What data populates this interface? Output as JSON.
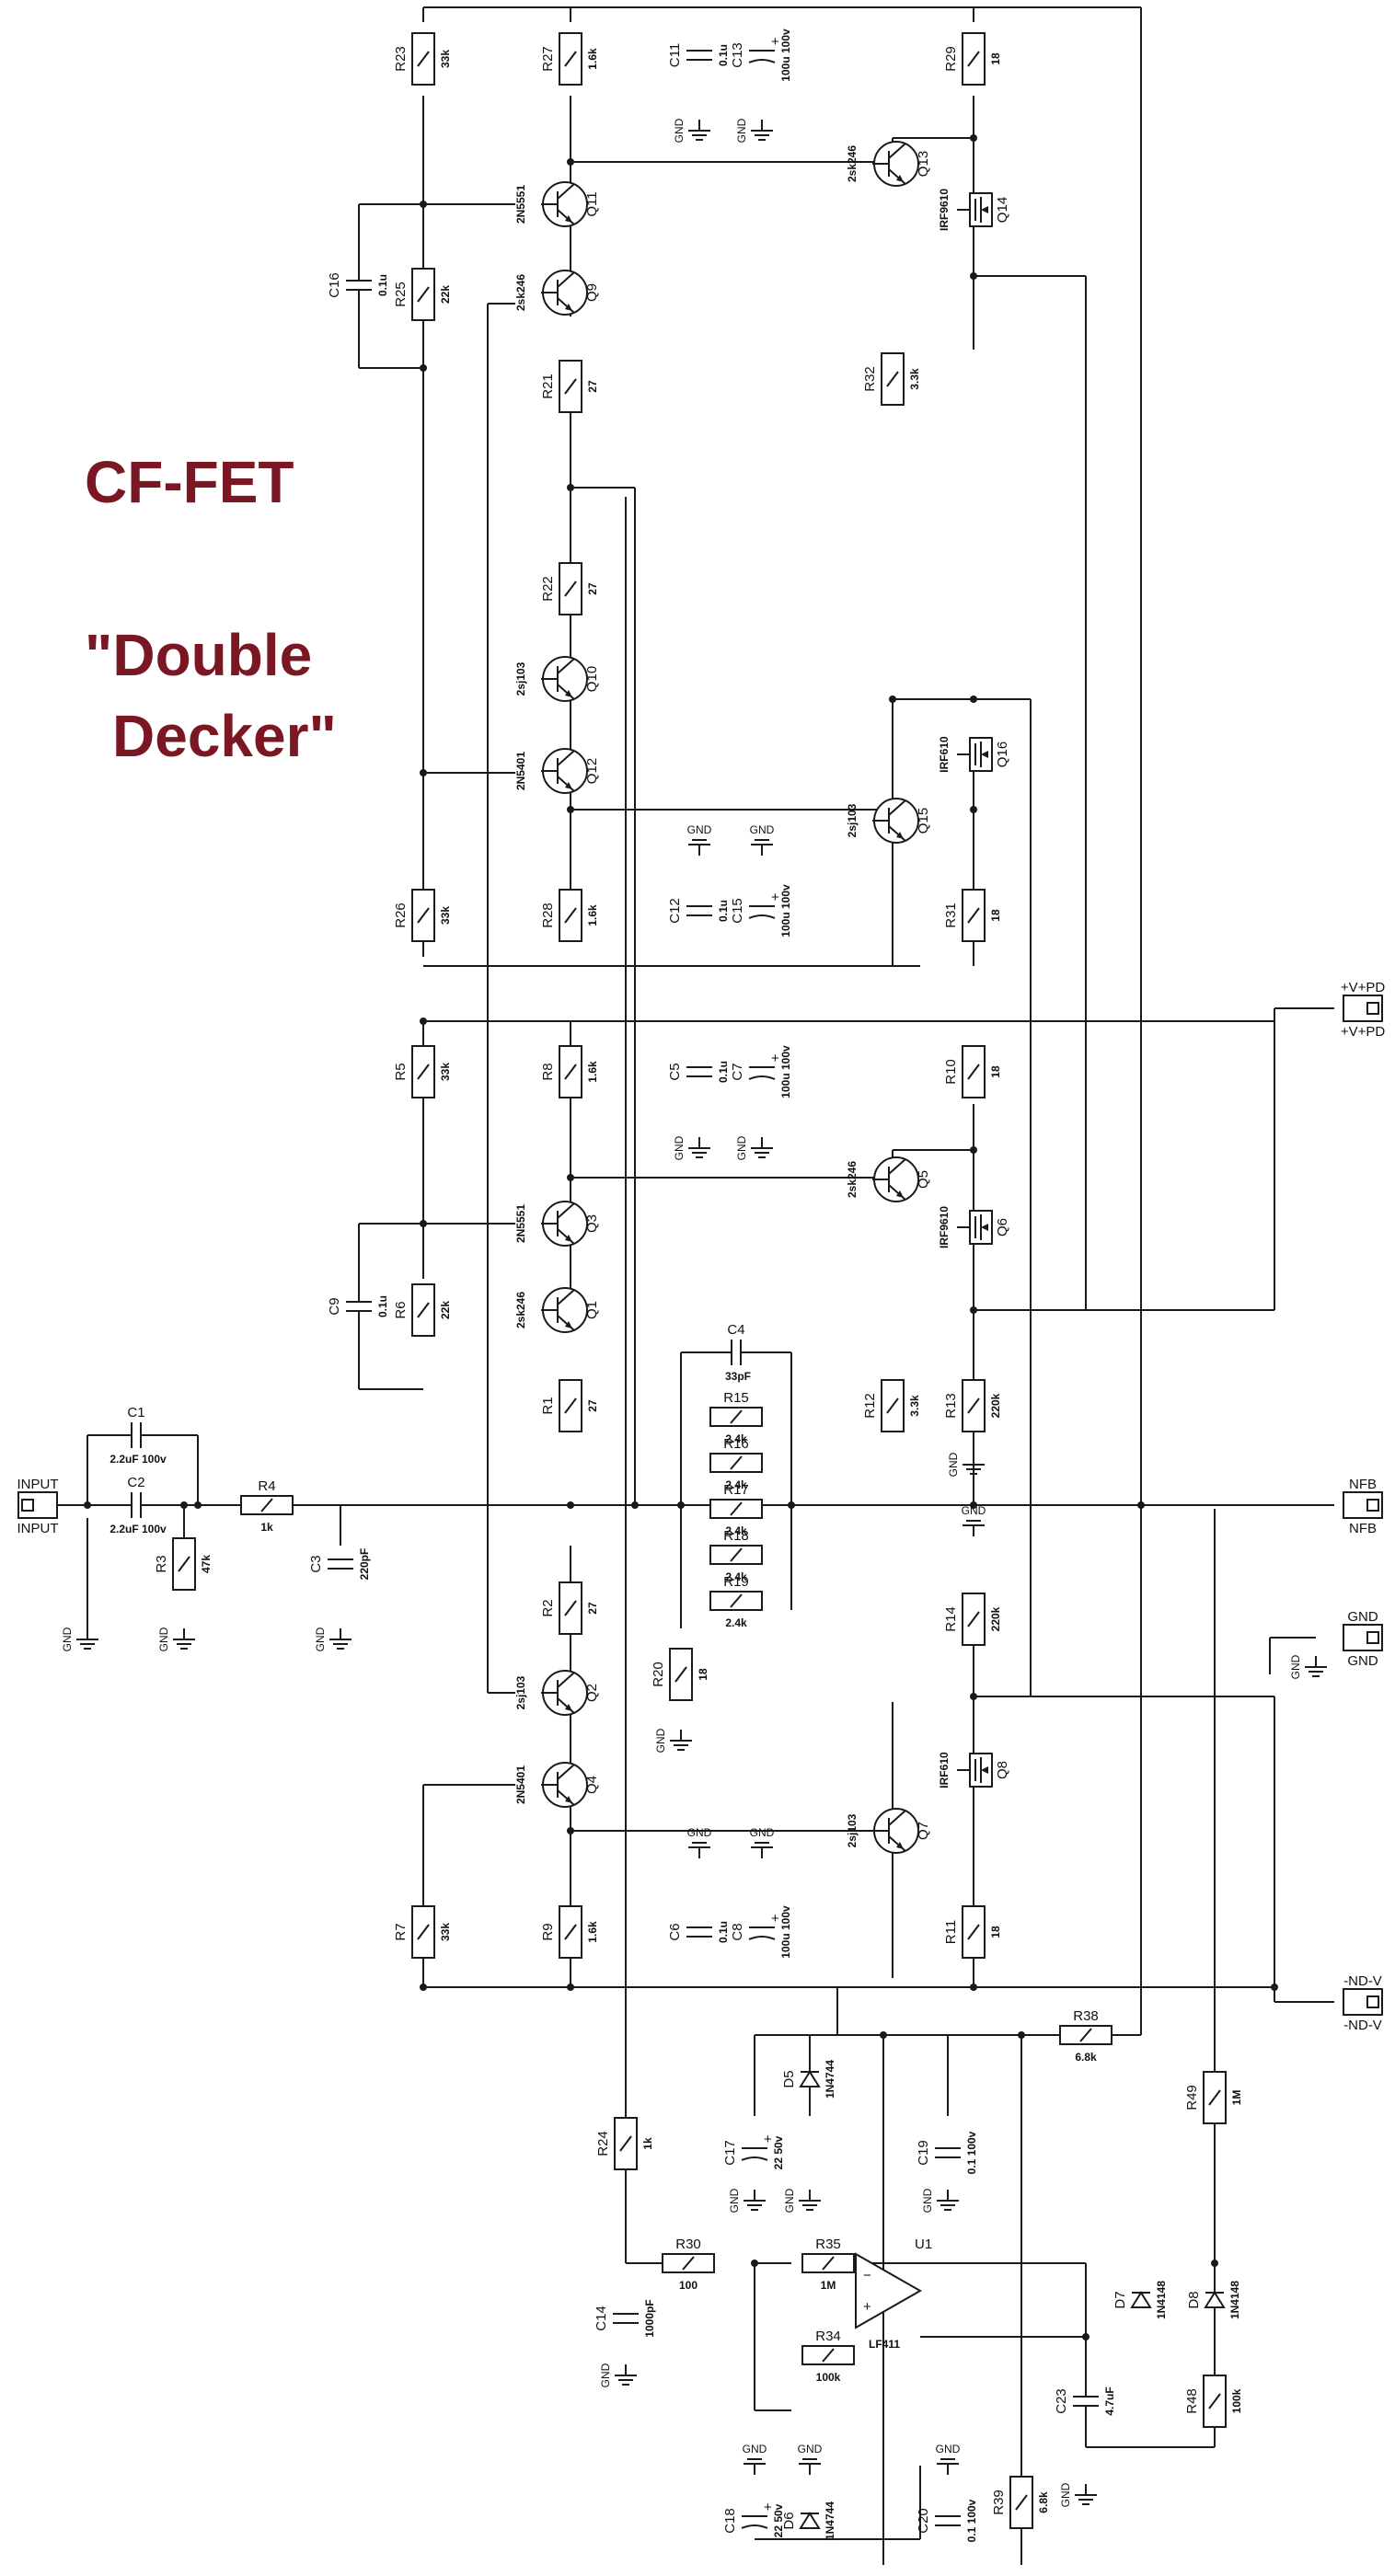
{
  "title": {
    "line1": "CF-FET",
    "line2": "\"Double",
    "line3": "Decker\""
  },
  "colors": {
    "title": "#7b1723",
    "wire": "#1a1a1a"
  },
  "ground_label": "GND",
  "resistors": [
    {
      "ref": "R23",
      "value": "33k"
    },
    {
      "ref": "R27",
      "value": "1.6k"
    },
    {
      "ref": "R29",
      "value": "18"
    },
    {
      "ref": "R25",
      "value": "22k"
    },
    {
      "ref": "R21",
      "value": "27"
    },
    {
      "ref": "R32",
      "value": "3.3k"
    },
    {
      "ref": "R22",
      "value": "27"
    },
    {
      "ref": "R26",
      "value": "33k"
    },
    {
      "ref": "R28",
      "value": "1.6k"
    },
    {
      "ref": "R31",
      "value": "18"
    },
    {
      "ref": "R5",
      "value": "33k"
    },
    {
      "ref": "R8",
      "value": "1.6k"
    },
    {
      "ref": "R10",
      "value": "18"
    },
    {
      "ref": "R6",
      "value": "22k"
    },
    {
      "ref": "R1",
      "value": "27"
    },
    {
      "ref": "R12",
      "value": "3.3k"
    },
    {
      "ref": "R13",
      "value": "220k"
    },
    {
      "ref": "R15",
      "value": "2.4k"
    },
    {
      "ref": "R16",
      "value": "2.4k"
    },
    {
      "ref": "R17",
      "value": "2.4k"
    },
    {
      "ref": "R18",
      "value": "2.4k"
    },
    {
      "ref": "R19",
      "value": "2.4k"
    },
    {
      "ref": "R4",
      "value": "1k"
    },
    {
      "ref": "R3",
      "value": "47k"
    },
    {
      "ref": "R2",
      "value": "27"
    },
    {
      "ref": "R20",
      "value": "18"
    },
    {
      "ref": "R14",
      "value": "220k"
    },
    {
      "ref": "R7",
      "value": "33k"
    },
    {
      "ref": "R9",
      "value": "1.6k"
    },
    {
      "ref": "R11",
      "value": "18"
    },
    {
      "ref": "R38",
      "value": "6.8k"
    },
    {
      "ref": "R49",
      "value": "1M"
    },
    {
      "ref": "R24",
      "value": "1k"
    },
    {
      "ref": "R30",
      "value": "100"
    },
    {
      "ref": "R35",
      "value": "1M"
    },
    {
      "ref": "R34",
      "value": "100k"
    },
    {
      "ref": "R48",
      "value": "100k"
    },
    {
      "ref": "R39",
      "value": "6.8k"
    }
  ],
  "capacitors": [
    {
      "ref": "C11",
      "value": "0.1u"
    },
    {
      "ref": "C13",
      "value": "100u 100v"
    },
    {
      "ref": "C16",
      "value": "0.1u"
    },
    {
      "ref": "C12",
      "value": "0.1u"
    },
    {
      "ref": "C15",
      "value": "100u 100v"
    },
    {
      "ref": "C5",
      "value": "0.1u"
    },
    {
      "ref": "C7",
      "value": "100u 100v"
    },
    {
      "ref": "C9",
      "value": "0.1u"
    },
    {
      "ref": "C4",
      "value": "33pF"
    },
    {
      "ref": "C1",
      "value": "2.2uF 100v"
    },
    {
      "ref": "C2",
      "value": "2.2uF 100v"
    },
    {
      "ref": "C3",
      "value": "220pF"
    },
    {
      "ref": "C6",
      "value": "0.1u"
    },
    {
      "ref": "C8",
      "value": "100u 100v"
    },
    {
      "ref": "C17",
      "value": "22 50v"
    },
    {
      "ref": "C19",
      "value": "0.1 100v"
    },
    {
      "ref": "C14",
      "value": "1000pF"
    },
    {
      "ref": "C23",
      "value": "4.7uF"
    },
    {
      "ref": "C18",
      "value": "22 50v"
    },
    {
      "ref": "C20",
      "value": "0.1 100v"
    }
  ],
  "transistors": [
    {
      "ref": "Q11",
      "part": "2N5551"
    },
    {
      "ref": "Q9",
      "part": "2sk246"
    },
    {
      "ref": "Q13",
      "part": "2sk246"
    },
    {
      "ref": "Q14",
      "part": "IRF9610"
    },
    {
      "ref": "Q10",
      "part": "2sj103"
    },
    {
      "ref": "Q12",
      "part": "2N5401"
    },
    {
      "ref": "Q15",
      "part": "2sj103"
    },
    {
      "ref": "Q16",
      "part": "IRF610"
    },
    {
      "ref": "Q3",
      "part": "2N5551"
    },
    {
      "ref": "Q1",
      "part": "2sk246"
    },
    {
      "ref": "Q5",
      "part": "2sk246"
    },
    {
      "ref": "Q6",
      "part": "IRF9610"
    },
    {
      "ref": "Q2",
      "part": "2sj103"
    },
    {
      "ref": "Q4",
      "part": "2N5401"
    },
    {
      "ref": "Q8",
      "part": "IRF610"
    },
    {
      "ref": "Q7",
      "part": "2sj103"
    }
  ],
  "diodes": [
    {
      "ref": "D5",
      "part": "1N4744"
    },
    {
      "ref": "D6",
      "part": "1N4744"
    },
    {
      "ref": "D7",
      "part": "1N4148"
    },
    {
      "ref": "D8",
      "part": "1N4148"
    }
  ],
  "opamp": {
    "ref": "U1",
    "part": "LF411"
  },
  "connectors": [
    {
      "name": "+V+PD",
      "label": "+V+PD"
    },
    {
      "name": "NFB",
      "label": "NFB"
    },
    {
      "name": "GND",
      "label": "GND"
    },
    {
      "name": "-ND-V",
      "label": "-ND-V"
    },
    {
      "name": "INPUT",
      "label": "INPUT"
    }
  ]
}
